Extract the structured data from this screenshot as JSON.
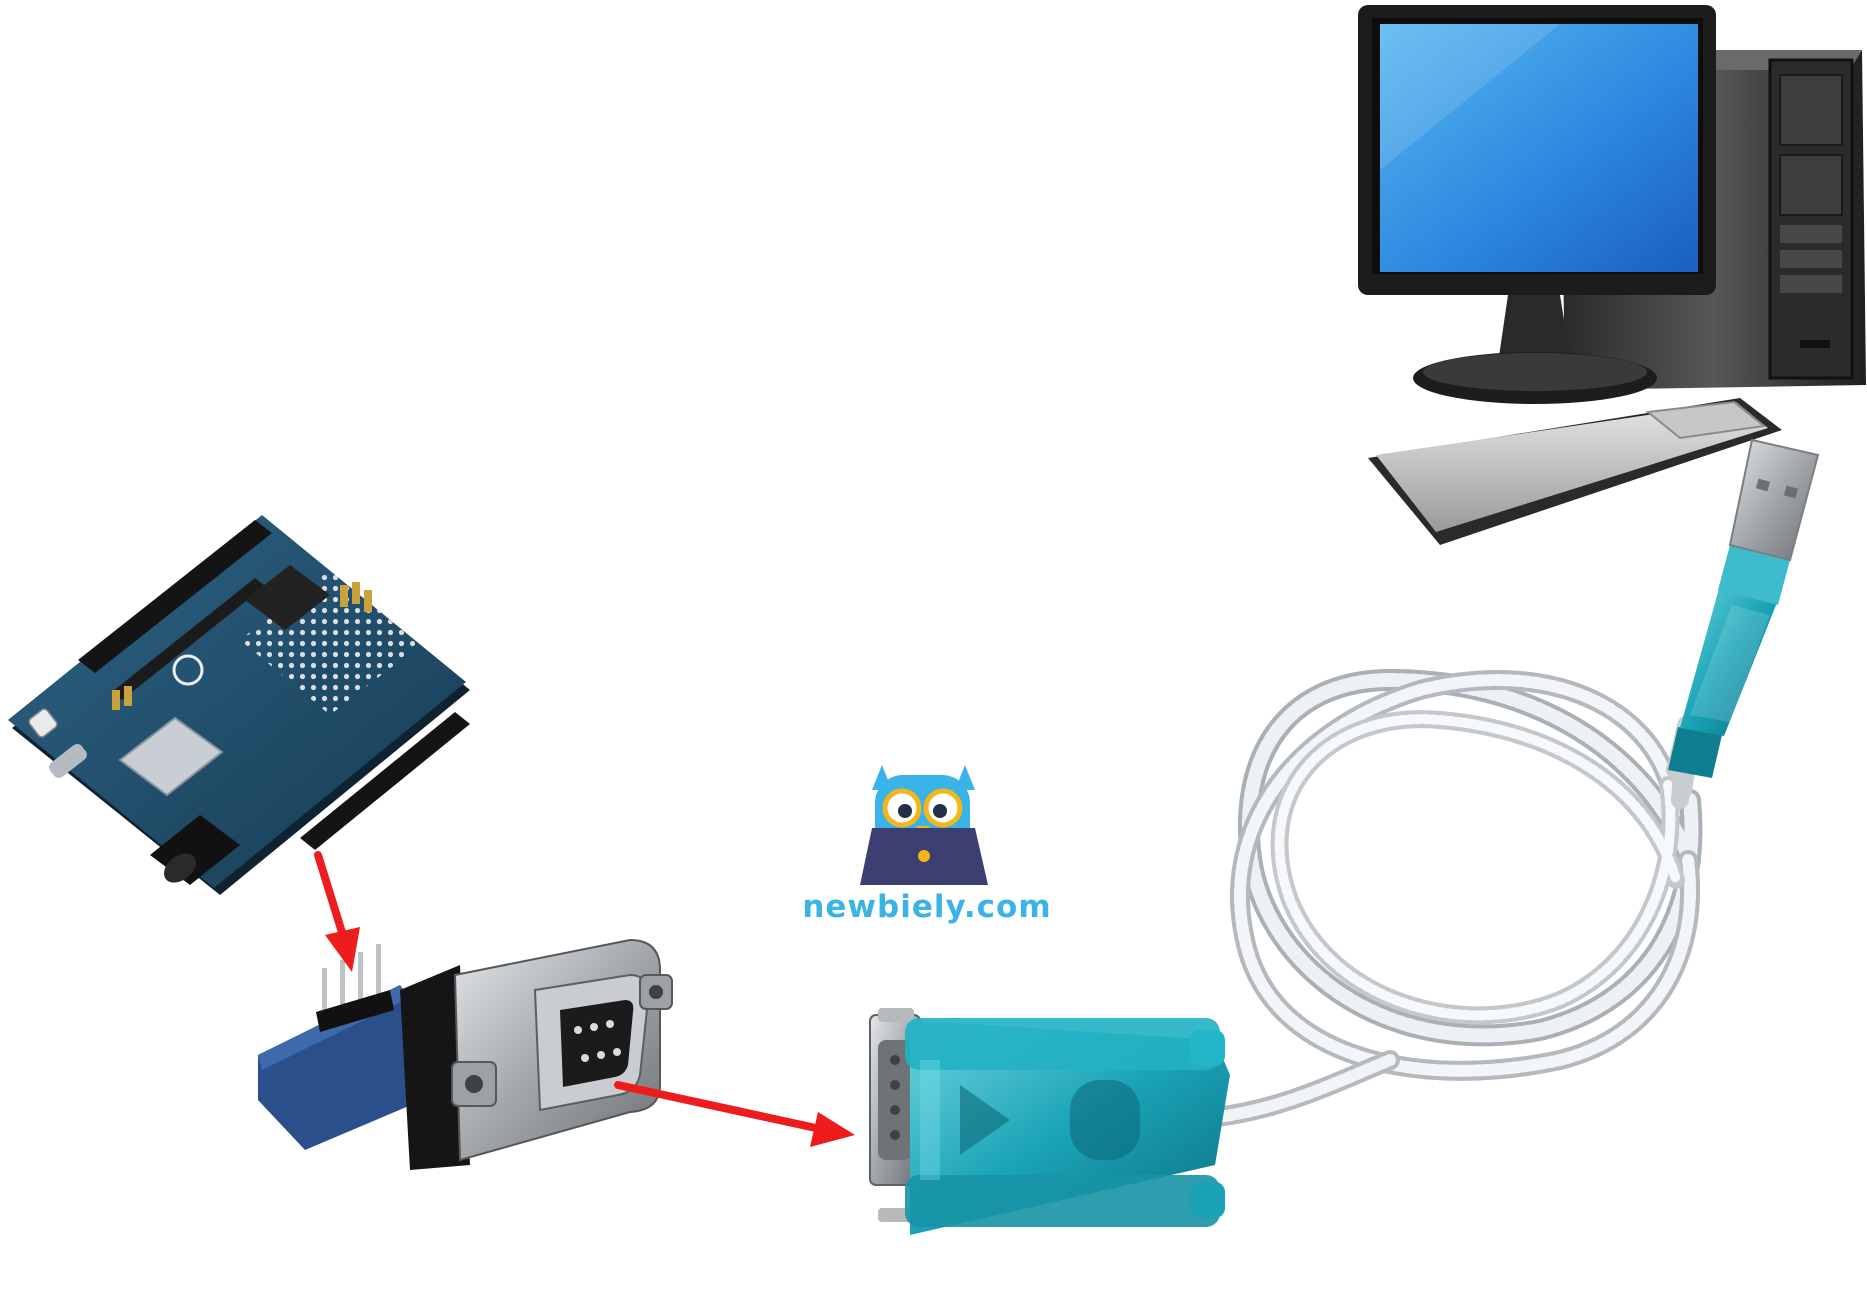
{
  "logo": {
    "text": "newbiely.com",
    "text_color": "#3ab4e8",
    "owl_color": "#3ab4e8",
    "laptop_color": "#3d3f72",
    "eye_ring_color": "#f4b61b"
  },
  "colors": {
    "arrow": "#ee1c1c",
    "board": "#1f4a66",
    "adapter_plastic": "#1aa3b7",
    "cable": "#d8dde2",
    "screen": "#2f8fe0",
    "monitor_frame": "#1d1d1d",
    "metal": "#a9acb0"
  },
  "components": {
    "arduino": "arduino-uno-r4-board",
    "rs232_module": "ttl-to-rs232-module",
    "usb_serial_cable": "usb-to-serial-cable",
    "computer": "desktop-computer"
  }
}
